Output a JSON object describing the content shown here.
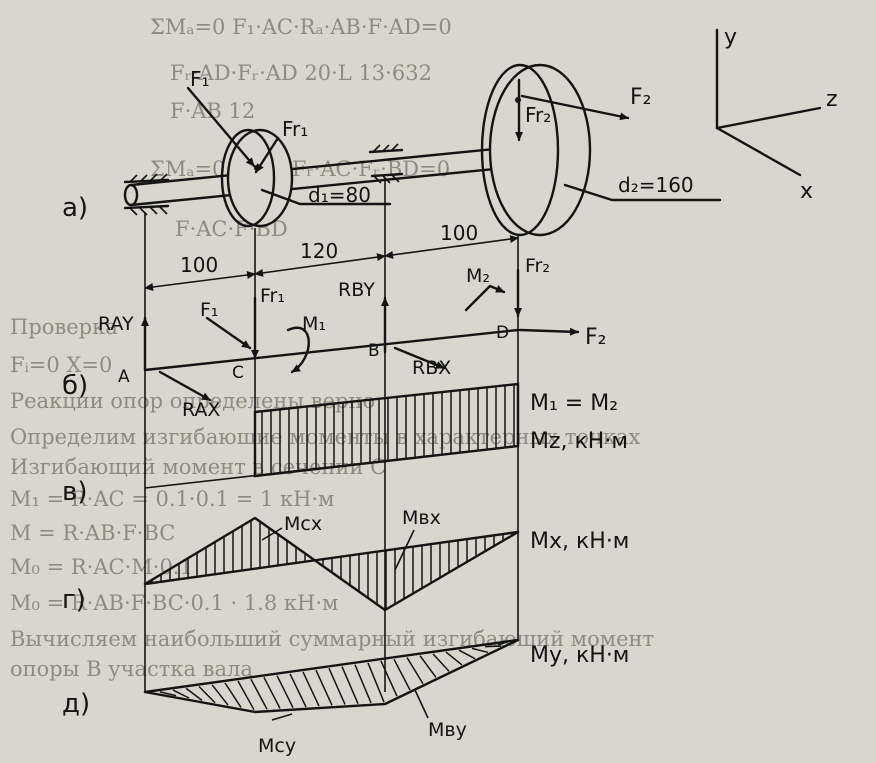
{
  "section_labels": {
    "a": "а)",
    "b": "б)",
    "v": "в)",
    "g": "г)",
    "d": "д)"
  },
  "axes": {
    "y": "y",
    "z": "z",
    "x": "x"
  },
  "forces": {
    "F1": "F₁",
    "Fr1": "Fr₁",
    "Fr2": "Fr₂",
    "F2": "F₂",
    "M1": "M₁",
    "M2": "M₂",
    "RAY": "RAY",
    "RAX": "RAX",
    "RBY": "RBY",
    "RBX": "RBX"
  },
  "diameters": {
    "d1": "d₁=80",
    "d2": "d₂=160"
  },
  "dimensions": {
    "dim_100_left": "100",
    "dim_120": "120",
    "dim_100_right": "100"
  },
  "points": {
    "A": "A",
    "C": "C",
    "B": "B",
    "D": "D"
  },
  "moment_labels": {
    "equal": "M₁ = M₂",
    "Mz": "Mz, кН·м",
    "Mx": "Mx, кН·м",
    "My": "My, кН·м",
    "Mcx": "Mcx",
    "Mbx": "Mвx",
    "Mcy": "Mcy",
    "Mby": "Mвy"
  },
  "background_text": [
    "ΣMₐ=0   F₁·AC·Rₐ·AB·F·AD=0",
    "Fᵣ·AD·Fᵣ·AD   20·L   13·632",
    "F·AB   12",
    "ΣMₐ=0   R·AB·Fᵣ·AC·Fᵣ·BD=0",
    "F·AC·F·BD",
    "Проверка",
    "Fᵢ=0   X=0",
    "Реакции опор определены верно",
    "Определим изгибающие моменты в характерных точках",
    "Изгибающий момент в сечении С",
    "M₁ = R·AC = 0.1·0.1 = 1 кН·м",
    "M = R·AB·F·BC",
    "M₀ = R·AC·M·0.1",
    "M₀ = R·AB·F·BC·0.1 · 1.8 кН·м",
    "Вычисляем наибольший суммарный изгибающий момент",
    "опоры В участка вала"
  ]
}
